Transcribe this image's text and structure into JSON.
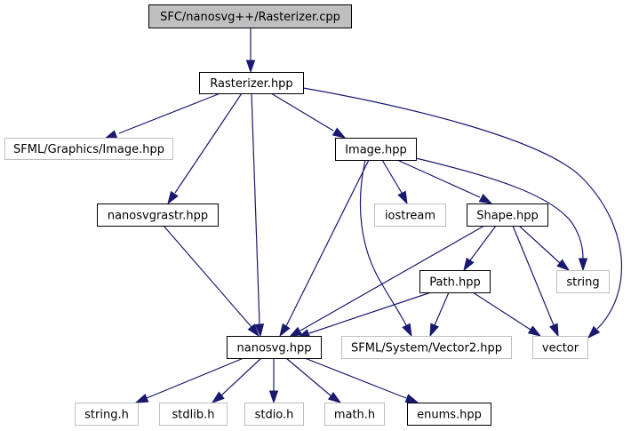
{
  "title": "SFC/nanosvg++/Rasterizer.cpp",
  "colors": {
    "edge": "#191970",
    "root_fill": "#bfbfbf",
    "root_border": "#000000",
    "documented_border": "#000000",
    "external_border": "#bfbfbf",
    "node_fill": "#ffffff"
  },
  "nodes": [
    {
      "id": "rasterizer_cpp",
      "label": "SFC/nanosvg++/Rasterizer.cpp",
      "kind": "root"
    },
    {
      "id": "rasterizer_hpp",
      "label": "Rasterizer.hpp",
      "kind": "documented"
    },
    {
      "id": "sfml_graphics_image",
      "label": "SFML/Graphics/Image.hpp",
      "kind": "external"
    },
    {
      "id": "image_hpp",
      "label": "Image.hpp",
      "kind": "documented"
    },
    {
      "id": "nanosvgrastr_hpp",
      "label": "nanosvgrastr.hpp",
      "kind": "documented"
    },
    {
      "id": "iostream",
      "label": "iostream",
      "kind": "external"
    },
    {
      "id": "shape_hpp",
      "label": "Shape.hpp",
      "kind": "documented"
    },
    {
      "id": "path_hpp",
      "label": "Path.hpp",
      "kind": "documented"
    },
    {
      "id": "string",
      "label": "string",
      "kind": "external"
    },
    {
      "id": "nanosvg_hpp",
      "label": "nanosvg.hpp",
      "kind": "documented"
    },
    {
      "id": "sfml_system_vector2",
      "label": "SFML/System/Vector2.hpp",
      "kind": "external"
    },
    {
      "id": "vector",
      "label": "vector",
      "kind": "external"
    },
    {
      "id": "string_h",
      "label": "string.h",
      "kind": "external"
    },
    {
      "id": "stdlib_h",
      "label": "stdlib.h",
      "kind": "external"
    },
    {
      "id": "stdio_h",
      "label": "stdio.h",
      "kind": "external"
    },
    {
      "id": "math_h",
      "label": "math.h",
      "kind": "external"
    },
    {
      "id": "enums_hpp",
      "label": "enums.hpp",
      "kind": "documented"
    }
  ],
  "edges": [
    {
      "from": "rasterizer_cpp",
      "to": "rasterizer_hpp"
    },
    {
      "from": "rasterizer_hpp",
      "to": "sfml_graphics_image"
    },
    {
      "from": "rasterizer_hpp",
      "to": "image_hpp"
    },
    {
      "from": "rasterizer_hpp",
      "to": "nanosvgrastr_hpp"
    },
    {
      "from": "rasterizer_hpp",
      "to": "nanosvg_hpp"
    },
    {
      "from": "rasterizer_hpp",
      "to": "vector"
    },
    {
      "from": "image_hpp",
      "to": "iostream"
    },
    {
      "from": "image_hpp",
      "to": "shape_hpp"
    },
    {
      "from": "image_hpp",
      "to": "string"
    },
    {
      "from": "image_hpp",
      "to": "nanosvg_hpp"
    },
    {
      "from": "image_hpp",
      "to": "sfml_system_vector2"
    },
    {
      "from": "nanosvgrastr_hpp",
      "to": "nanosvg_hpp"
    },
    {
      "from": "shape_hpp",
      "to": "path_hpp"
    },
    {
      "from": "shape_hpp",
      "to": "string"
    },
    {
      "from": "shape_hpp",
      "to": "vector"
    },
    {
      "from": "shape_hpp",
      "to": "nanosvg_hpp"
    },
    {
      "from": "path_hpp",
      "to": "nanosvg_hpp"
    },
    {
      "from": "path_hpp",
      "to": "sfml_system_vector2"
    },
    {
      "from": "path_hpp",
      "to": "vector"
    },
    {
      "from": "nanosvg_hpp",
      "to": "string_h"
    },
    {
      "from": "nanosvg_hpp",
      "to": "stdlib_h"
    },
    {
      "from": "nanosvg_hpp",
      "to": "stdio_h"
    },
    {
      "from": "nanosvg_hpp",
      "to": "math_h"
    },
    {
      "from": "nanosvg_hpp",
      "to": "enums_hpp"
    }
  ]
}
